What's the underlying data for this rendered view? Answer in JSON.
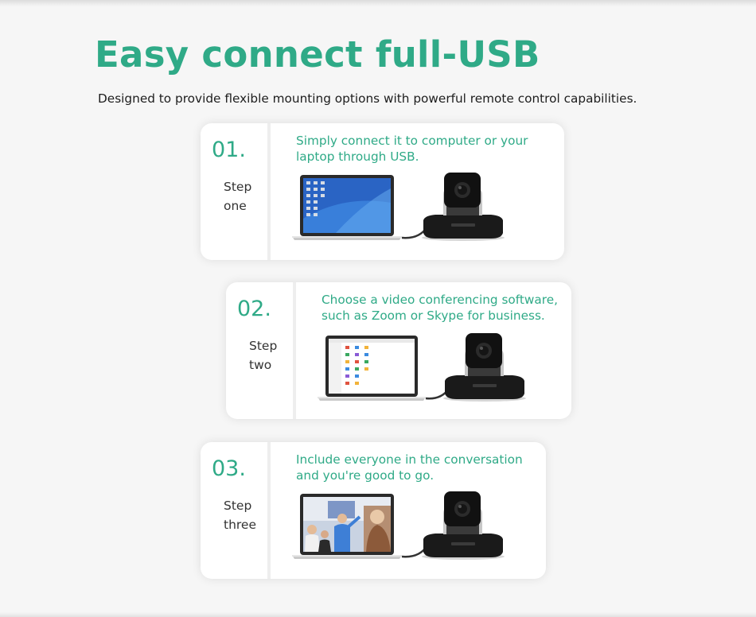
{
  "header": {
    "title": "Easy connect full-USB",
    "subtitle": "Designed to provide flexible mounting options with powerful remote control capabilities."
  },
  "steps": [
    {
      "number": "01.",
      "step_label_line1": "Step",
      "step_label_line2": "one",
      "description_line1": "Simply connect it to computer or your",
      "description_line2": "laptop through USB.",
      "screen": "desktop"
    },
    {
      "number": "02.",
      "step_label_line1": "Step",
      "step_label_line2": "two",
      "description_line1": "Choose a video conferencing software,",
      "description_line2": "such as Zoom or Skype for business.",
      "screen": "app-grid"
    },
    {
      "number": "03.",
      "step_label_line1": "Step",
      "step_label_line2": "three",
      "description_line1": "Include everyone in the conversation",
      "description_line2": "and you're good to go.",
      "screen": "meeting"
    }
  ],
  "colors": {
    "accent": "#2faa87",
    "text": "#1d1d1d",
    "card_bg": "#ffffff",
    "page_bg": "#f6f6f6"
  }
}
